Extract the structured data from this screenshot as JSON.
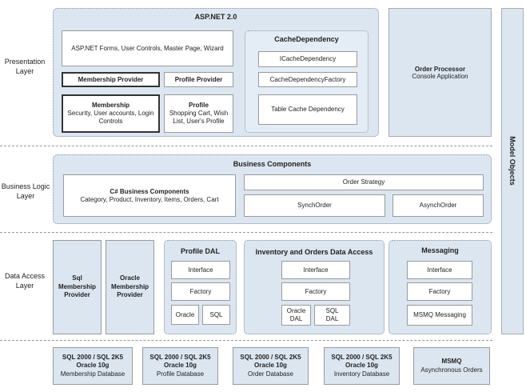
{
  "layers": {
    "presentation": "Presentation Layer",
    "business": "Business Logic Layer",
    "data_access": "Data Access Layer"
  },
  "aspnet": {
    "title": "ASP.NET 2.0",
    "forms": "ASP.NET Forms, User Controls, Master Page, Wizard",
    "membership_provider": "Membership Provider",
    "profile_provider": "Profile Provider",
    "membership": {
      "title": "Membership",
      "desc": "Security, User accounts, Login Controls"
    },
    "profile": {
      "title": "Profile",
      "desc": "Shopping Cart, Wish List, User's Profile"
    },
    "cache": {
      "title": "CacheDependency",
      "items": [
        "ICacheDependency",
        "CacheDependencyFactory",
        "Table Cache Dependency"
      ]
    }
  },
  "order_processor": {
    "title": "Order Processor",
    "desc": "Console Application"
  },
  "model_objects": "Model Objects",
  "business": {
    "title": "Business Components",
    "csharp": {
      "title": "C# Business Components",
      "desc": "Category, Product, Inventory, Items, Orders, Cart"
    },
    "order_strategy": "Order Strategy",
    "synch": "SynchOrder",
    "asynch": "AsynchOrder"
  },
  "dal": {
    "sql_membership": "Sql Membership Provider",
    "oracle_membership": "Oracle Membership Provider",
    "profile_dal": {
      "title": "Profile DAL",
      "interface": "Interface",
      "factory": "Factory",
      "oracle": "Oracle",
      "sql": "SQL"
    },
    "inventory": {
      "title": "Inventory and Orders Data Access",
      "interface": "Interface",
      "factory": "Factory",
      "oracle": "Oracle DAL",
      "sql": "SQL DAL"
    },
    "messaging": {
      "title": "Messaging",
      "interface": "Interface",
      "factory": "Factory",
      "msmq": "MSMQ Messaging"
    }
  },
  "databases": [
    {
      "l1": "SQL 2000 / SQL 2K5",
      "l2": "Oracle 10g",
      "l3": "Membership Database"
    },
    {
      "l1": "SQL 2000 / SQL 2K5",
      "l2": "Oracle 10g",
      "l3": "Profile Database"
    },
    {
      "l1": "SQL 2000 / SQL 2K5",
      "l2": "Oracle 10g",
      "l3": "Order Database"
    },
    {
      "l1": "SQL 2000 / SQL 2K5",
      "l2": "Oracle 10g",
      "l3": "Inventory Database"
    },
    {
      "l1": "MSMQ",
      "l2": "",
      "l3": "Asynchronous Orders"
    }
  ]
}
